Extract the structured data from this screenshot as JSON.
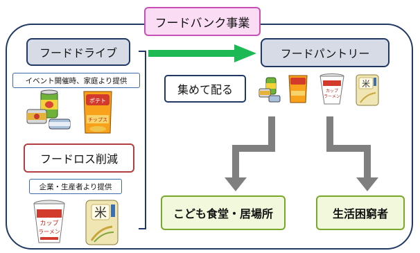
{
  "title": "フードバンク事業",
  "food_drive": {
    "label": "フードドライブ",
    "source_note": "イベント開催時、家庭より提供"
  },
  "food_loss": {
    "label": "フードロス削減",
    "source_note": "企業・生産者より提供"
  },
  "pantry": {
    "label": "フードパントリー"
  },
  "collect_note": "集めて配る",
  "destinations": {
    "kodomo": "こども食堂・居場所",
    "needy": "生活困窮者"
  },
  "illustrations": {
    "canned_food_icon": "canned-food-icon",
    "potato_chips_icon": "potato-chips-icon",
    "cup_noodle_icon": "cup-noodle-icon",
    "rice_bag_icon": "rice-bag-icon",
    "chips_text": "ポテトチップス",
    "cup_text": "カップラーメン",
    "rice_text": "米"
  },
  "colors": {
    "frame": "#1f3864",
    "title_fill": "#fbdcf5",
    "title_border": "#c84fb4",
    "arrow_green": "#1db954",
    "arrow_gray": "#7f7f7f",
    "dest_fill": "#f1f8dc",
    "dest_border": "#78a829",
    "loss_border": "#b04040"
  }
}
